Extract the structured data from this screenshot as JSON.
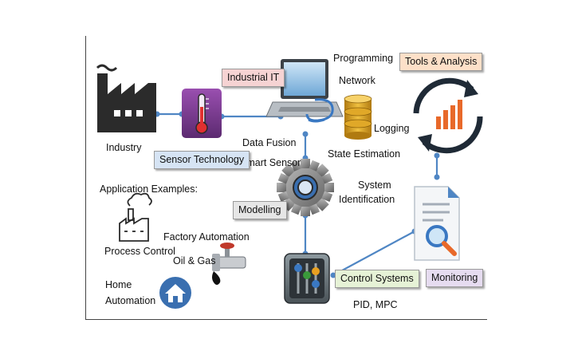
{
  "labels": {
    "industry": "Industry",
    "industrial_it": "Industrial IT",
    "programming": "Programming",
    "network": "Network",
    "tools_analysis": "Tools & Analysis",
    "logging": "Logging",
    "data_fusion": "Data Fusion",
    "smart_sensor": "Smart Sensor",
    "state_estimation": "State Estimation",
    "sensor_technology": "Sensor Technology",
    "application_examples": "Application Examples:",
    "system_identification_1": "System",
    "system_identification_2": "Identification",
    "modelling": "Modelling",
    "factory_automation": "Factory Automation",
    "oil_gas": "Oil & Gas",
    "process_control": "Process Control",
    "home_automation_1": "Home",
    "home_automation_2": "Automation",
    "control_systems": "Control Systems",
    "monitoring": "Monitoring",
    "pid_mpc": "PID, MPC"
  },
  "colors": {
    "connector": "#4f86c4",
    "industrial_it_box": "#f6d3d3",
    "tools_box": "#fde0c8",
    "sensor_box": "#d6e4f4",
    "modelling_box": "#e6e6e6",
    "control_box": "#e6f2d6",
    "monitoring_box": "#e6dcf0"
  },
  "icons": [
    "factory-icon",
    "thermometer-sensor-icon",
    "laptop-icon",
    "database-icon",
    "cycle-chart-icon",
    "gear-icon",
    "report-magnifier-icon",
    "small-factory-icon",
    "oil-valve-icon",
    "home-icon",
    "control-panel-icon"
  ]
}
